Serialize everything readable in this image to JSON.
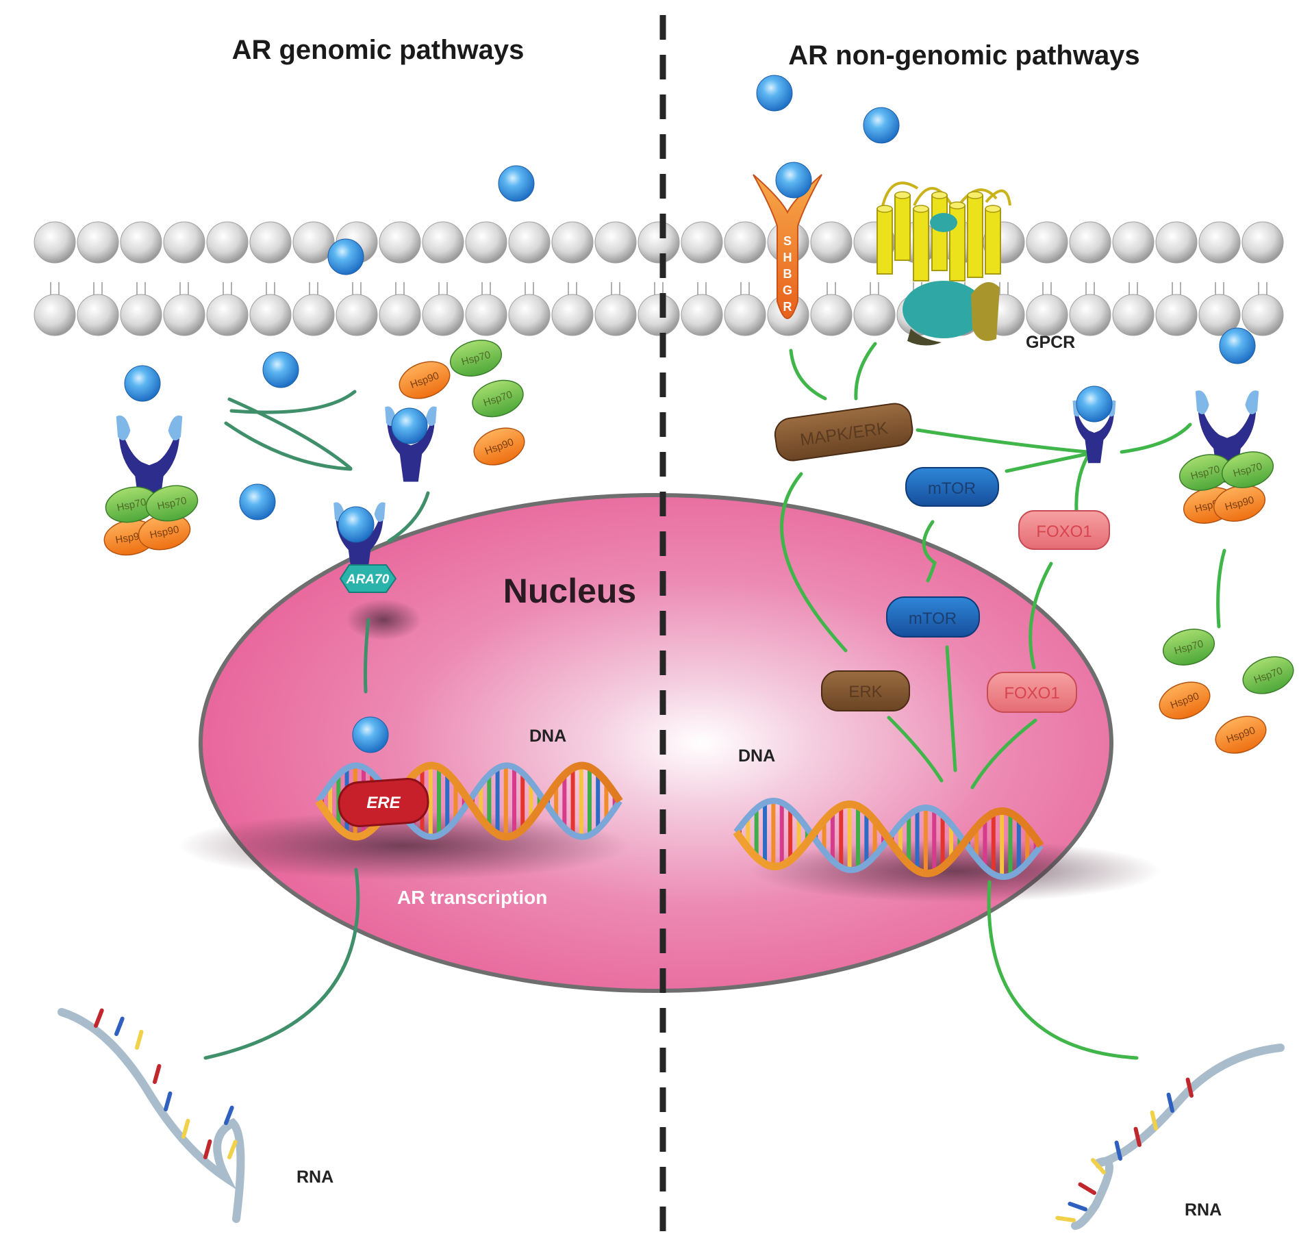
{
  "titles": {
    "genomic": "AR genomic pathways",
    "non_genomic": "AR non-genomic pathways"
  },
  "nucleus_label": "Nucleus",
  "labels": {
    "dna_left": "DNA",
    "dna_right": "DNA",
    "rna_left": "RNA",
    "rna_right": "RNA",
    "ar_transcription": "AR transcription",
    "gpcr": "GPCR",
    "shbgr": "SHBGR",
    "ara70": "ARA70",
    "ere": "ERE"
  },
  "signaling": {
    "mapk_erk": "MAPK/ERK",
    "mtor_cyto": "mTOR",
    "mtor_nuc": "mTOR",
    "erk": "ERK",
    "foxo1_cyto": "FOXO1",
    "foxo1_nuc": "FOXO1"
  },
  "chaperones": {
    "hsp70": "Hsp70",
    "hsp90": "Hsp90"
  },
  "colors": {
    "ligand": "#2f8ee0",
    "receptor": "#2c2d8c",
    "nucleus": "#e8679c",
    "connector_left": "#3f8f6a",
    "connector_right": "#3fb54a",
    "mapk": "#7a5230",
    "mtor": "#1f5fb0",
    "foxo1": "#ec7f86",
    "ere": "#c8202a",
    "ara70": "#27a7a3"
  }
}
